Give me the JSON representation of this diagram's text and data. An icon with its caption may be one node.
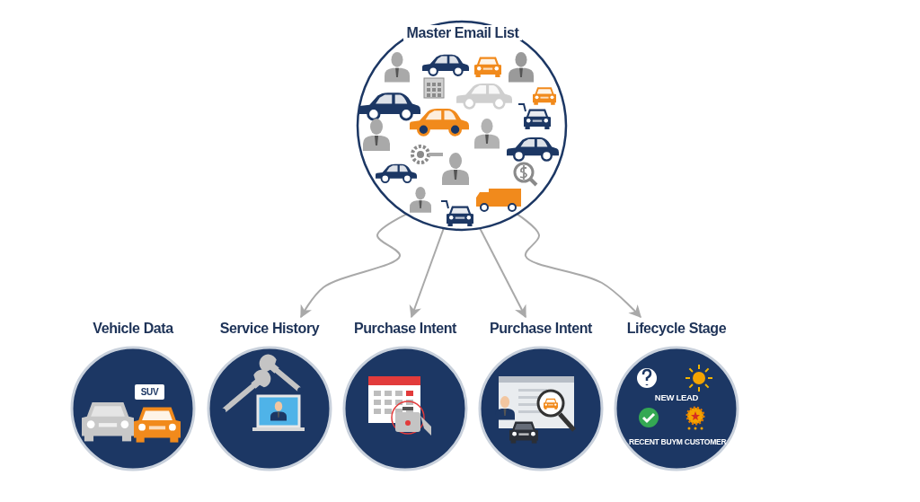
{
  "diagram": {
    "nodes": [
      {
        "text": [
          "Master Email List"
        ]
      },
      {
        "text": [
          "Vehicle Data",
          "SUV"
        ]
      },
      {
        "text": [
          "Service History"
        ]
      },
      {
        "text": [
          "Purchase Intent"
        ]
      },
      {
        "text": [
          "Purchase Intent"
        ]
      },
      {
        "text": [
          "Lifecycle Stage",
          "NEW LEAD",
          "RECENT BUYM CUSTOMER"
        ]
      }
    ],
    "edges": [
      {
        "from": 0,
        "to": 2,
        "arrow": "to"
      },
      {
        "from": 0,
        "to": 3,
        "arrow": "to"
      },
      {
        "from": 0,
        "to": 4,
        "arrow": "to"
      },
      {
        "from": 0,
        "to": 5,
        "arrow": "to"
      }
    ]
  }
}
